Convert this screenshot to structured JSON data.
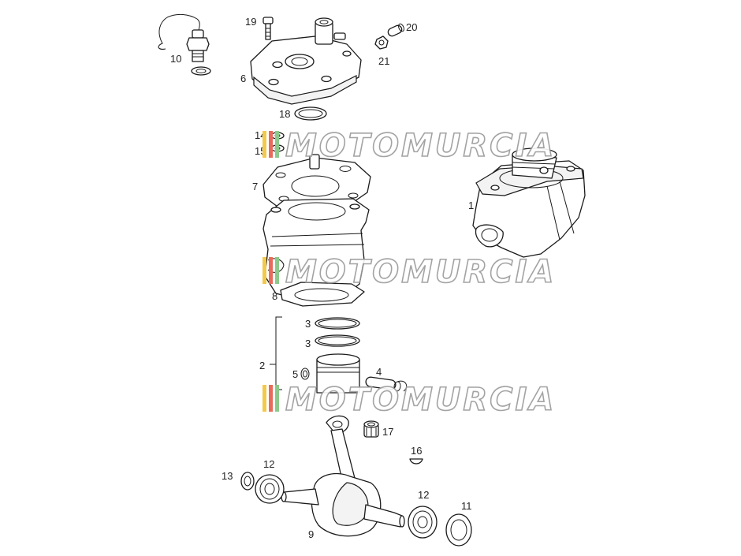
{
  "diagram": {
    "callouts": {
      "c1": "1",
      "c2": "2",
      "c3a": "3",
      "c3b": "3",
      "c4": "4",
      "c5": "5",
      "c6": "6",
      "c7": "7",
      "c8": "8",
      "c9": "9",
      "c10": "10",
      "c11": "11",
      "c12a": "12",
      "c12b": "12",
      "c13": "13",
      "c14": "14",
      "c15": "15",
      "c16": "16",
      "c17": "17",
      "c18": "18",
      "c19": "19",
      "c20": "20",
      "c21": "21"
    },
    "watermark": "MOTOMURCIA",
    "colors": {
      "watermark_stripe_1": "#f3c94a",
      "watermark_stripe_2": "#e86a5a",
      "watermark_stripe_3": "#8cc98a"
    }
  }
}
